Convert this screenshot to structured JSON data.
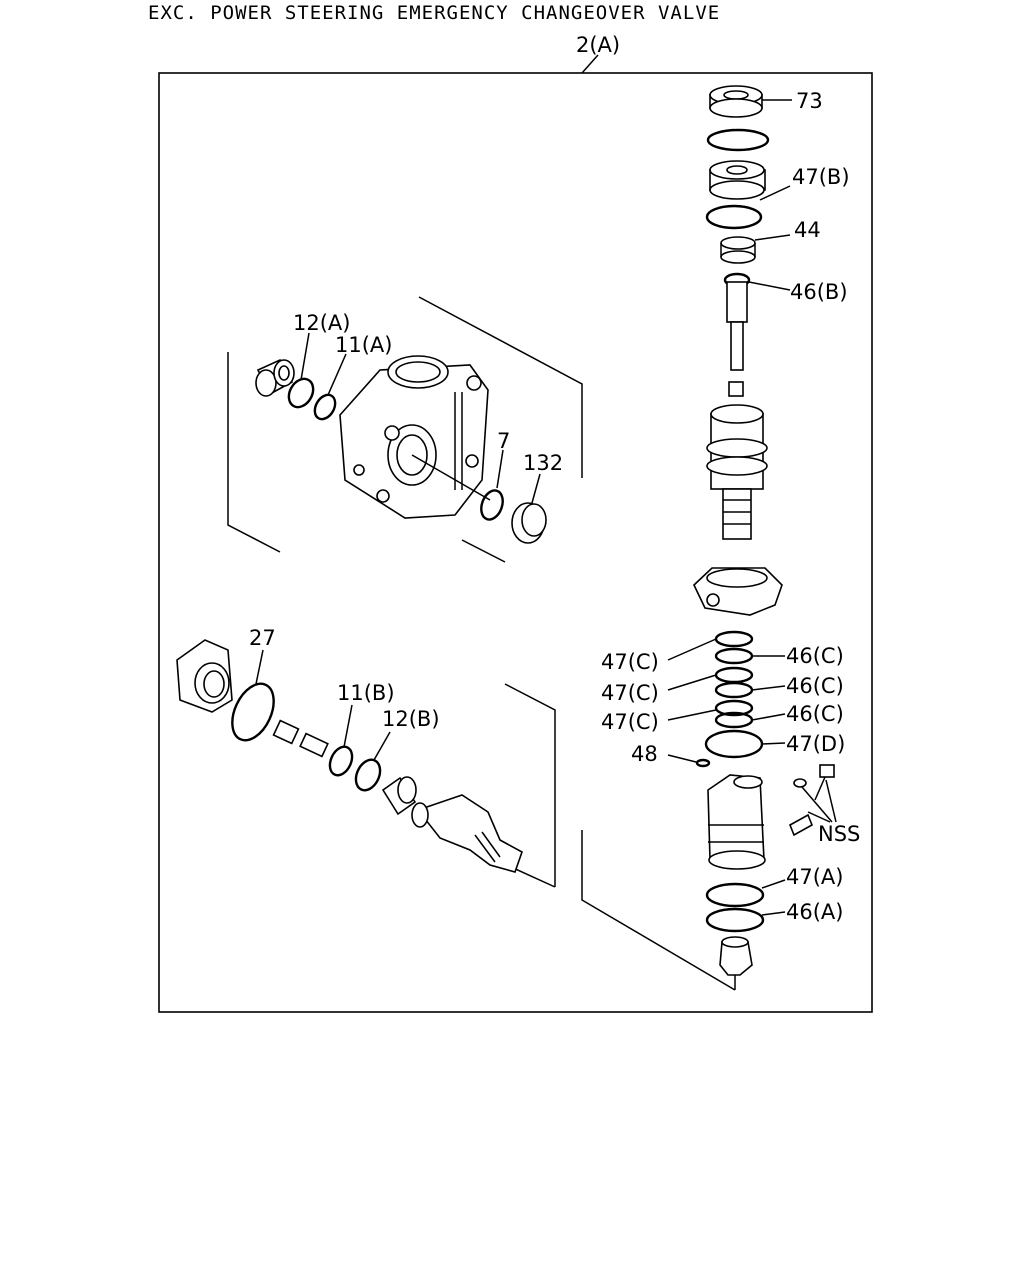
{
  "title": "EXC. POWER STEERING EMERGENCY CHANGEOVER VALVE",
  "assembly_label": "2(A)",
  "callouts": {
    "c73": "73",
    "c47b": "47(B)",
    "c44": "44",
    "c46b": "46(B)",
    "c12a": "12(A)",
    "c11a": "11(A)",
    "c7": "7",
    "c132": "132",
    "c27": "27",
    "c11b": "11(B)",
    "c12b": "12(B)",
    "c47c1": "47(C)",
    "c47c2": "47(C)",
    "c47c3": "47(C)",
    "c46c1": "46(C)",
    "c46c2": "46(C)",
    "c46c3": "46(C)",
    "c47d": "47(D)",
    "c48": "48",
    "nss": "NSS",
    "c47a": "47(A)",
    "c46a": "46(A)"
  }
}
